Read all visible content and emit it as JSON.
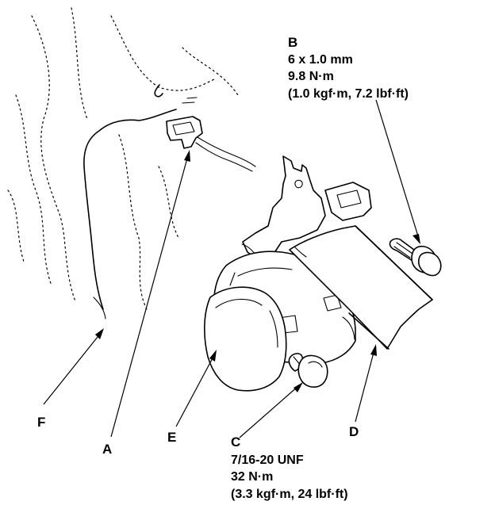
{
  "labels": {
    "a": "A",
    "b": "B",
    "c": "C",
    "d": "D",
    "e": "E",
    "f": "F"
  },
  "spec_b": {
    "line1": "6 x 1.0 mm",
    "line2": "9.8 N·m",
    "line3": "(1.0 kgf·m, 7.2 lbf·ft)"
  },
  "spec_c": {
    "line1": "7/16-20 UNF",
    "line2": "32 N·m",
    "line3": "(3.3 kgf·m, 24 lbf·ft)"
  },
  "colors": {
    "ink": "#000000",
    "paper": "#ffffff"
  }
}
